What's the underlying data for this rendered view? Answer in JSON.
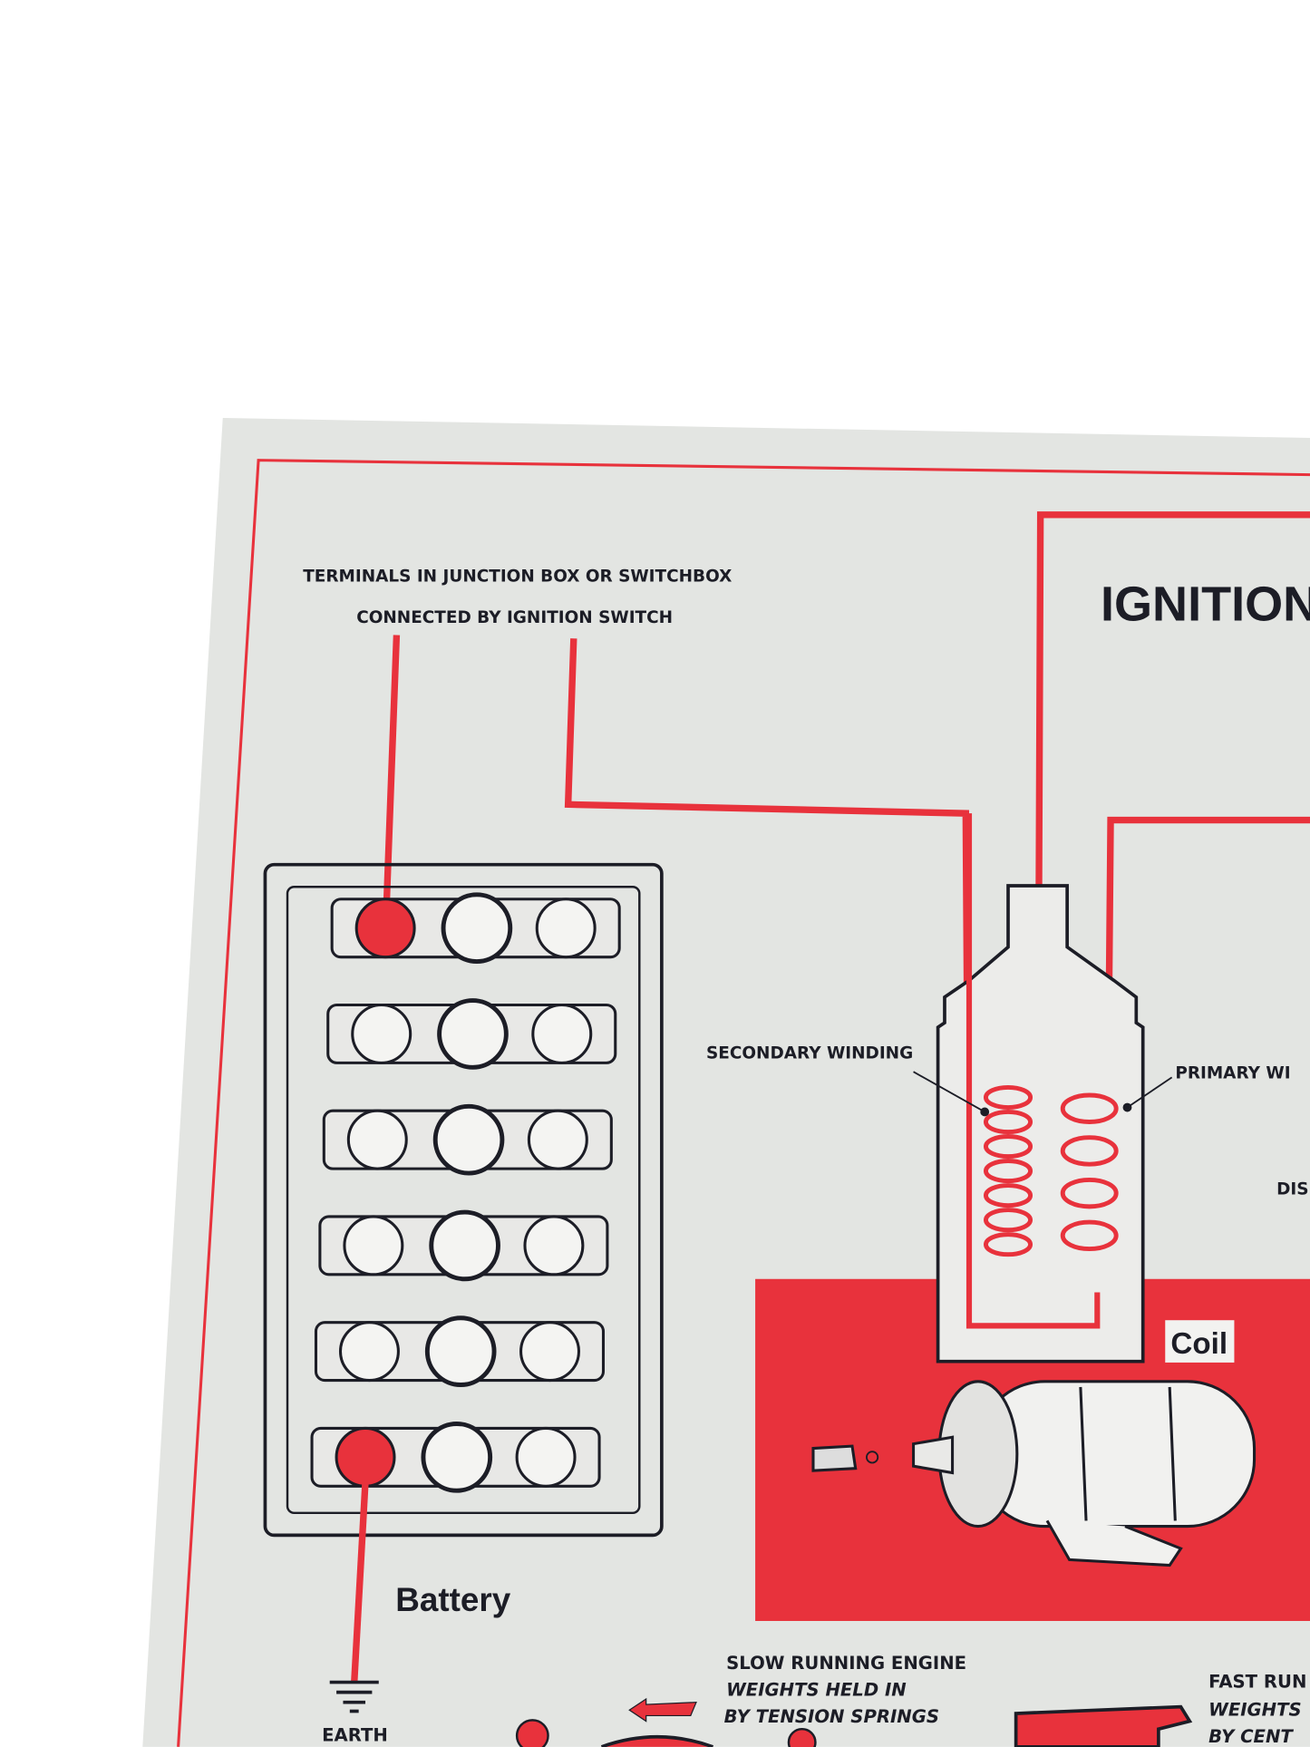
{
  "poster": {
    "title": "IGNITION",
    "terminals_label_line1": "TERMINALS IN JUNCTION BOX OR SWITCHBOX",
    "terminals_label_line2": "CONNECTED BY IGNITION SWITCH",
    "battery_label": "Battery",
    "earth_label": "EARTH",
    "secondary_winding_label": "SECONDARY WINDING",
    "primary_winding_label": "PRIMARY WI",
    "distributor_label": "DIS",
    "coil_label": "Coil",
    "slow_running": [
      "SLOW RUNNING ENGINE",
      "WEIGHTS HELD IN",
      "BY TENSION SPRINGS"
    ],
    "fast_running": [
      "FAST RUN",
      "WEIGHTS",
      "BY CENT"
    ]
  },
  "colors": {
    "red": "#e8323c",
    "paper": "#e3e5e2",
    "ink": "#1c1d26"
  }
}
